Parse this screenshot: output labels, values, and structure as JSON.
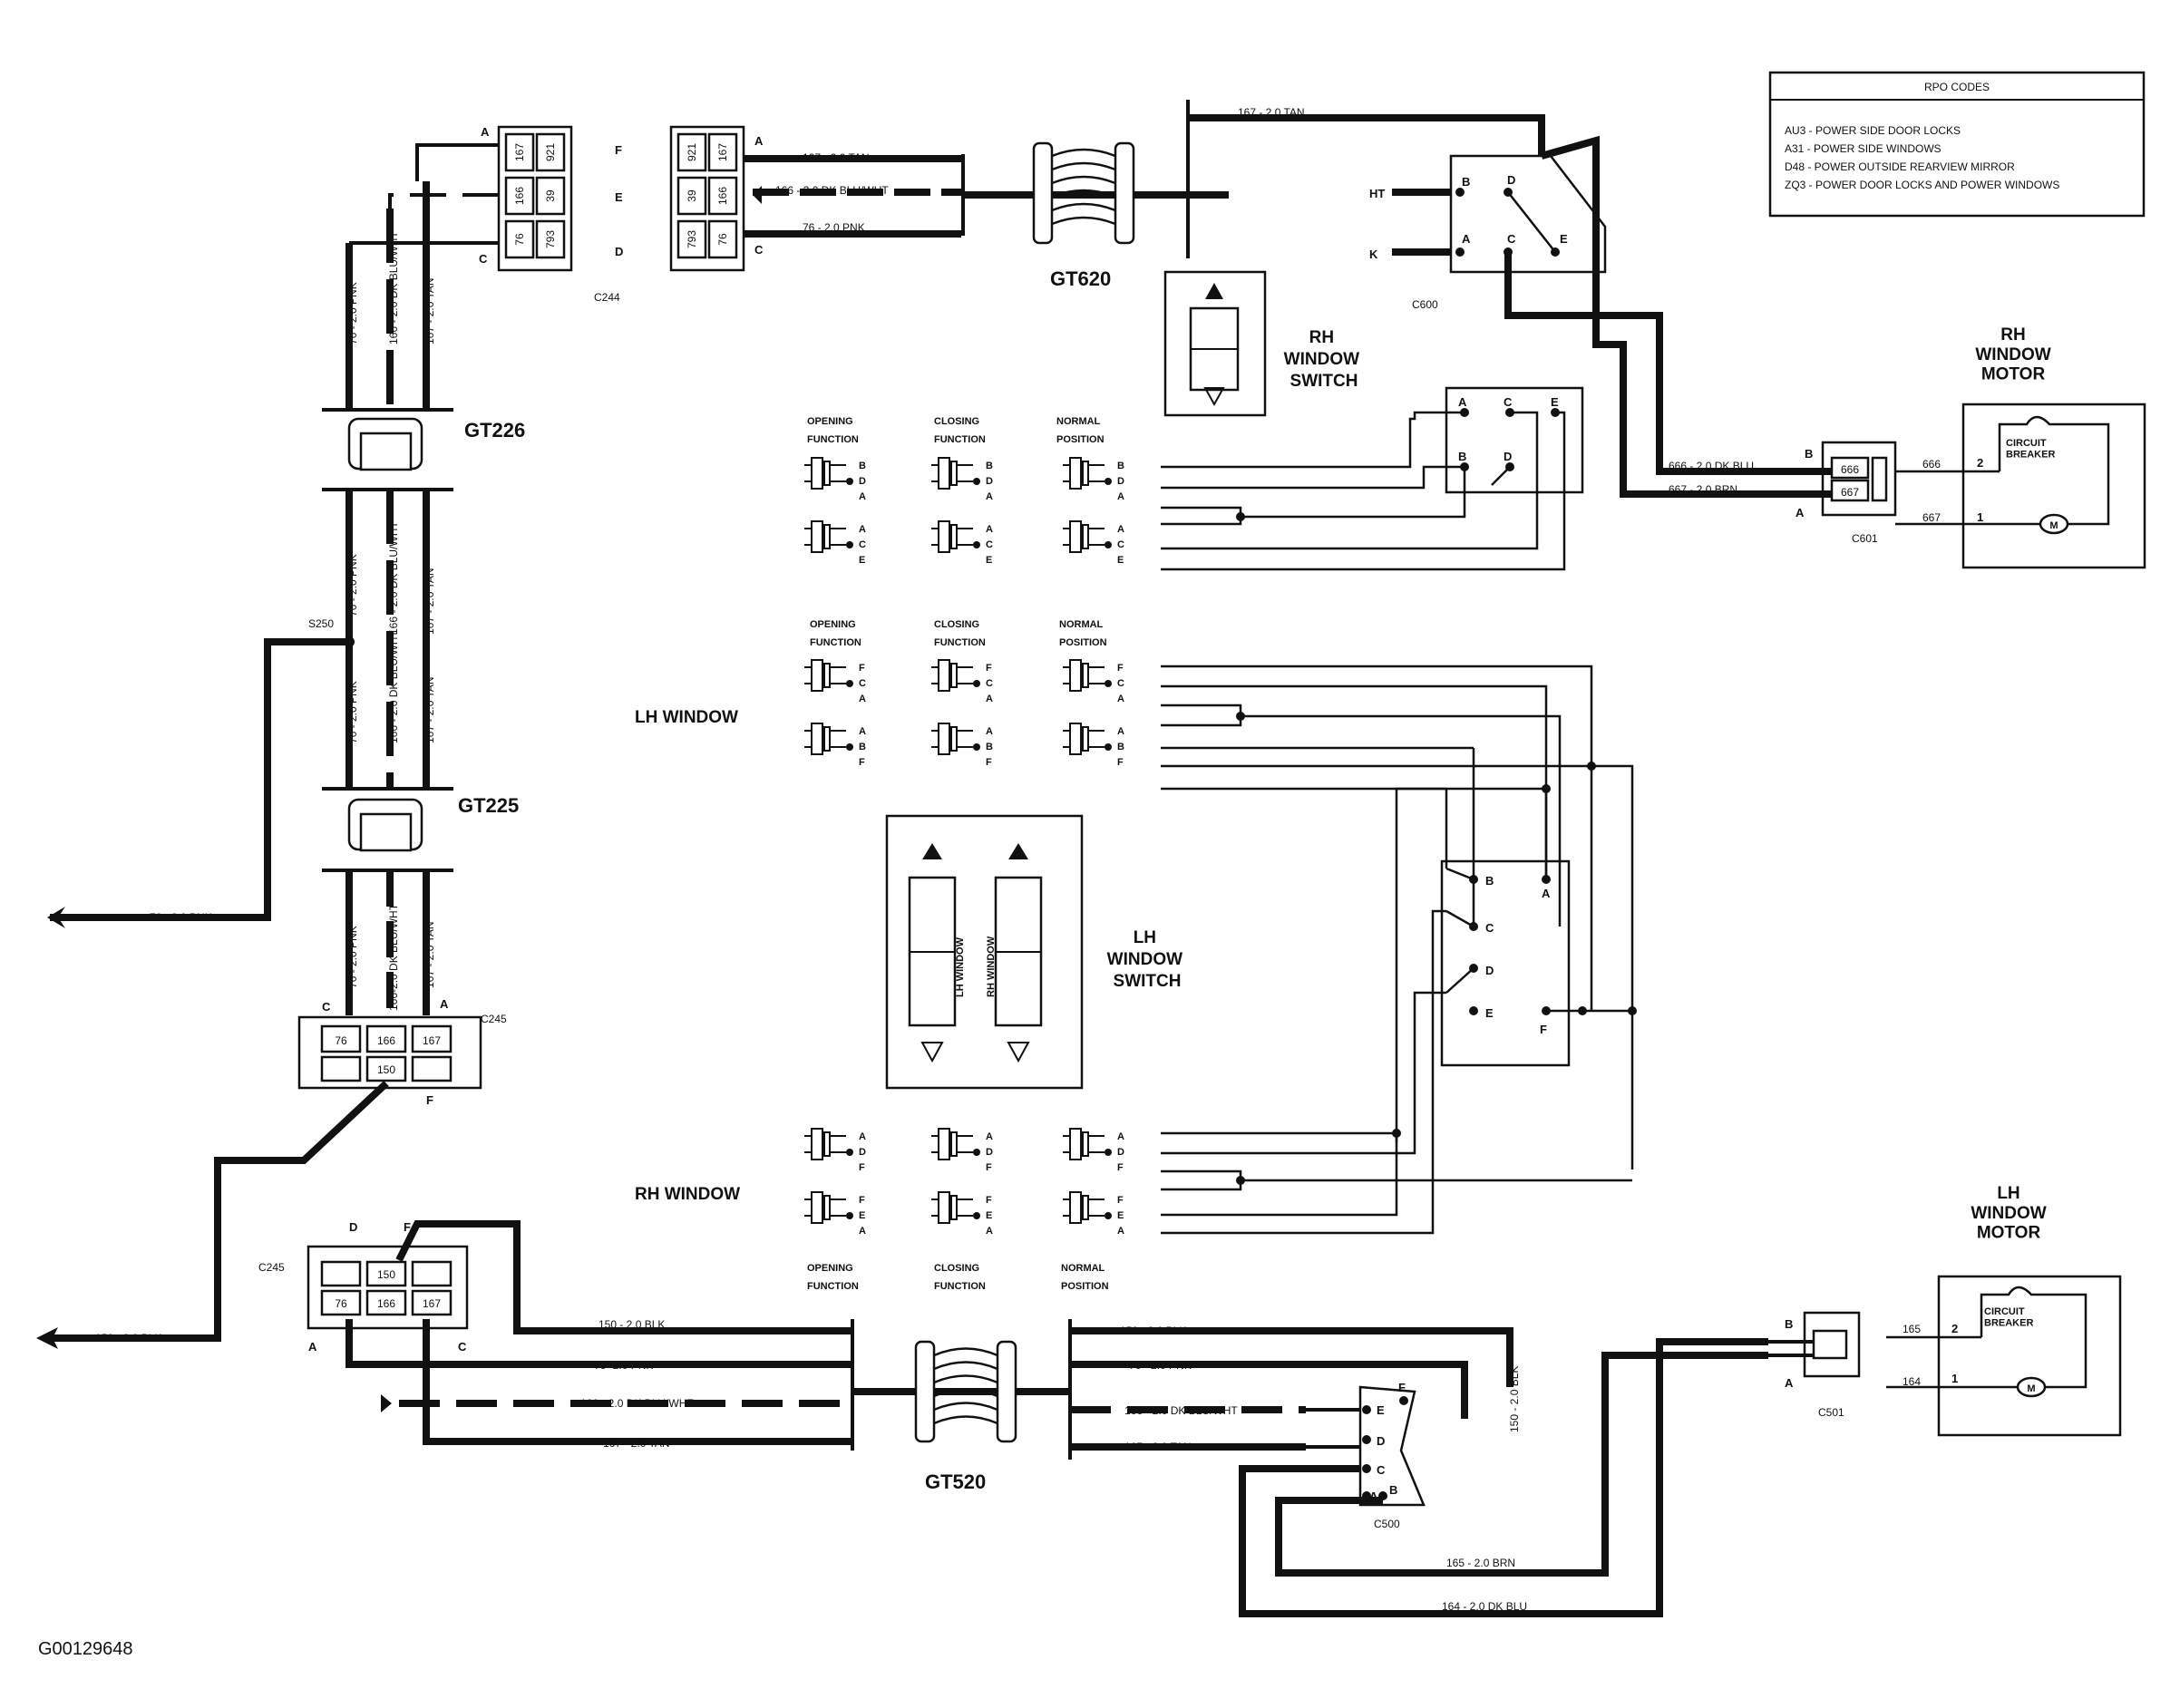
{
  "figure_id": "G00129648",
  "rpo_codes": {
    "title": "RPO CODES",
    "lines": [
      "AU3 - POWER SIDE DOOR LOCKS",
      "A31 - POWER SIDE WINDOWS",
      "D48 - POWER OUTSIDE REARVIEW MIRROR",
      "ZQ3 - POWER DOOR LOCKS AND POWER WINDOWS"
    ]
  },
  "components": {
    "rh_window_switch": "RH\nWINDOW\nSWITCH",
    "lh_window_switch": "LH\nWINDOW\nSWITCH",
    "rh_window_motor": "RH\nWINDOW\nMOTOR",
    "lh_window_motor": "LH\nWINDOW\nMOTOR",
    "circuit_breaker": "CIRCUIT\nBREAKER",
    "motor_symbol": "M",
    "lh_window_row": "LH WINDOW",
    "rh_window_row": "RH WINDOW",
    "switch_text_lh": "LH WINDOW",
    "switch_text_rh": "RH WINDOW"
  },
  "connectors": {
    "c244": "C244",
    "c245_top": "C245",
    "c245_bottom": "C245",
    "c600": "C600",
    "c601": "C601",
    "c500": "C500",
    "c501": "C501",
    "gt226": "GT226",
    "gt225": "GT225",
    "gt620": "GT620",
    "gt520": "GT520",
    "s250": "S250"
  },
  "function_headers": {
    "opening": "OPENING\nFUNCTION",
    "closing": "CLOSING\nFUNCTION",
    "normal": "NORMAL\nPOSITION"
  },
  "wires": {
    "tan167": "167 - 2.0 TAN",
    "dkbluwht166": "166 - 2.0 DK BLU/WHT",
    "pnk76": "76 - 2.0 PNK",
    "pnk76_30": "76 - 3.0 PNK",
    "blk150": "150 - 2.0 BLK",
    "dkblu666": "666 - 2.0 DK BLU",
    "brn667": "667 - 2.0 BRN",
    "brn165": "165 - 2.0 BRN",
    "dkblu164": "164 - 2.0 DK BLU",
    "v_pnk": "76 - 2.0 PNK",
    "v_dkbluwht": "166 - 2.0 DK BLU/WHT",
    "v_tan": "167 - 2.0 TAN",
    "v_dkbluwht_b": "166-2.0 DK BLU/WHT",
    "pnk76_b": "76 -2.0 PNK",
    "v_blk": "150 - 2.0 BLK"
  },
  "pins": {
    "p167": "167",
    "p921": "921",
    "p166": "166",
    "p39": "39",
    "p76": "76",
    "p793": "793",
    "p150": "150",
    "p666": "666",
    "p667": "667",
    "p165": "165",
    "p164": "164",
    "n1": "1",
    "n2": "2",
    "A": "A",
    "B": "B",
    "C": "C",
    "D": "D",
    "E": "E",
    "F": "F",
    "HT": "HT",
    "K": "K"
  }
}
